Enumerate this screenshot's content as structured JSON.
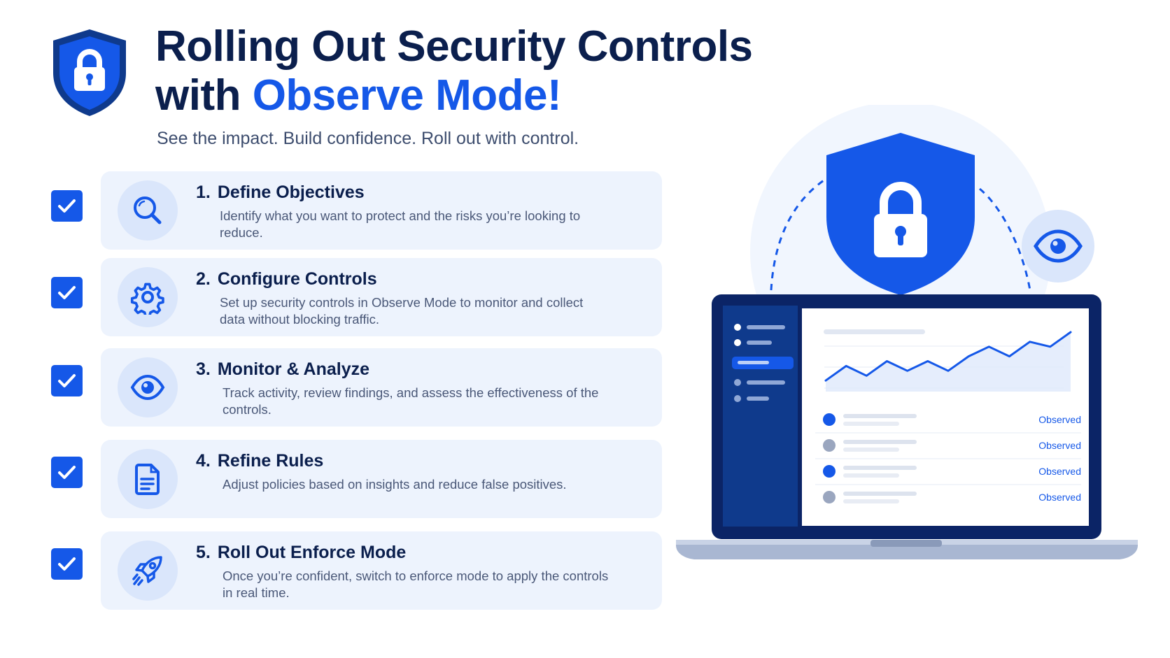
{
  "header": {
    "title_line1": "Rolling Out Security Controls",
    "title_line2_prefix": "with ",
    "title_line2_accent": "Observe Mode!",
    "subtitle": "See the impact. Build confidence. Roll out with control."
  },
  "steps": [
    {
      "number": "1.",
      "title": "Define Objectives",
      "description": "Identify what you want to protect and the risks you’re looking to reduce.",
      "icon": "magnifier-icon",
      "checked": true
    },
    {
      "number": "2.",
      "title": "Configure Controls",
      "description": "Set up security controls in Observe Mode to monitor and collect data without blocking traffic.",
      "icon": "gear-icon",
      "checked": true
    },
    {
      "number": "3.",
      "title": "Monitor & Analyze",
      "description": "Track activity, review findings, and assess the effectiveness of the controls.",
      "icon": "eye-icon",
      "checked": true
    },
    {
      "number": "4.",
      "title": "Refine Rules",
      "description": "Adjust policies based on insights and reduce false positives.",
      "icon": "document-icon",
      "checked": true
    },
    {
      "number": "5.",
      "title": "Roll Out Enforce Mode",
      "description": "Once you’re confident, switch to enforce mode to apply the controls in real time.",
      "icon": "rocket-icon",
      "checked": true
    }
  ],
  "illustration": {
    "status_rows": [
      {
        "label": "Observed",
        "dot_color": "#1558e8"
      },
      {
        "label": "Observed",
        "dot_color": "#9aa6bf"
      },
      {
        "label": "Observed",
        "dot_color": "#1558e8"
      },
      {
        "label": "Observed",
        "dot_color": "#9aa6bf"
      }
    ],
    "trend_values": [
      2,
      5,
      3,
      6,
      4,
      6,
      4,
      7,
      9,
      7,
      10,
      9,
      12
    ]
  },
  "colors": {
    "accent": "#1558e8",
    "navy": "#0b1f4d",
    "laptop_sidebar": "#0f3a8c",
    "card_bg": "#edf3fd",
    "icon_circle": "#dae6fb"
  }
}
